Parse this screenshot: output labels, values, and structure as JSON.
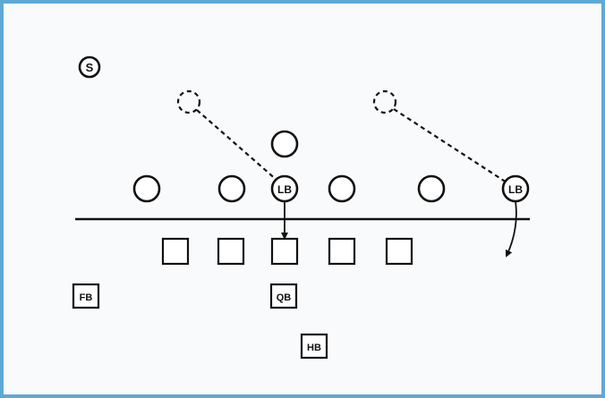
{
  "players": {
    "safety": {
      "label": "S"
    },
    "inside_linebacker": {
      "label": "LB"
    },
    "outside_linebacker": {
      "label": "LB"
    },
    "quarterback": {
      "label": "QB"
    },
    "fullback": {
      "label": "FB"
    },
    "halfback": {
      "label": "HB"
    }
  },
  "colors": {
    "frame_border": "#5fa9d6",
    "background": "#f9fafb",
    "ink": "#111111"
  }
}
